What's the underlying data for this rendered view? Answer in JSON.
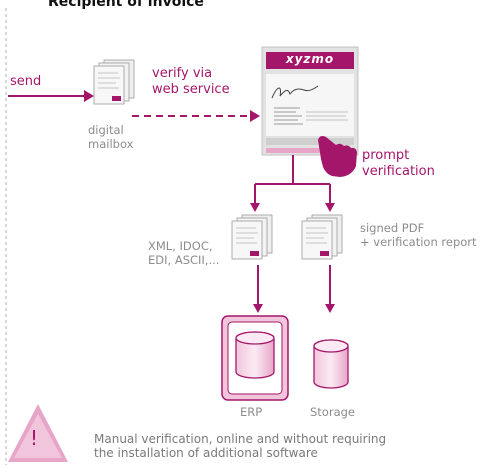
{
  "title": "Recipient of invoice",
  "labels": {
    "send": "send",
    "verify": [
      "verify via",
      "web service"
    ],
    "mailbox": [
      "digital",
      "mailbox"
    ],
    "prompt": [
      "prompt",
      "verification"
    ],
    "formats": [
      "XML, IDOC,",
      "EDI, ASCII,..."
    ],
    "signed": [
      "signed PDF",
      "+ verification report"
    ],
    "erp": "ERP",
    "storage": "Storage"
  },
  "document": {
    "brand": "xyzmo"
  },
  "warning": {
    "symbol": "!",
    "lines": [
      "Manual verification, online and without requiring",
      "the installation of additional software"
    ]
  },
  "colors": {
    "accent": "#a4166a",
    "accent_light": "#e7a6c8",
    "doc_grey": "#dedede",
    "text_grey": "#8c8c8c"
  }
}
